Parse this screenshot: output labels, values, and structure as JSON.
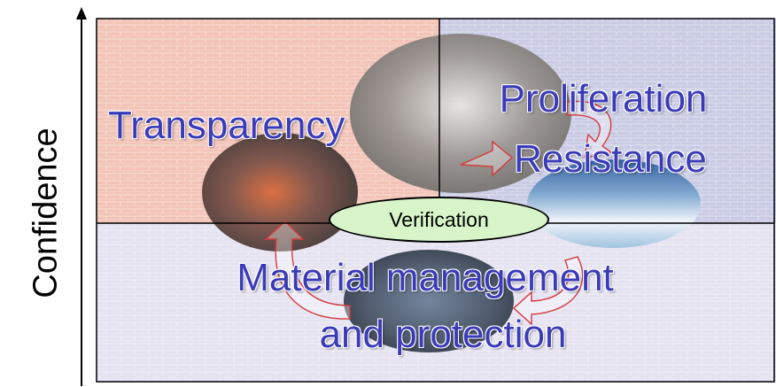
{
  "axis": {
    "y_label": "Confidence"
  },
  "quadrants": {
    "top_left": "Transparency",
    "top_right_line1": "Proliferation",
    "top_right_line2": "Resistance",
    "bottom_line1": "Material management",
    "bottom_line2": "and protection"
  },
  "center_label": "Verification",
  "colors": {
    "top_left_tint": "#f2c3b6",
    "top_right_tint": "#c9cbe4",
    "bottom_tint": "#e5e2f1",
    "label_text": "#3b3bb8",
    "center_fill": "#d8f5c9",
    "arrow_outline": "#d23a3a"
  }
}
